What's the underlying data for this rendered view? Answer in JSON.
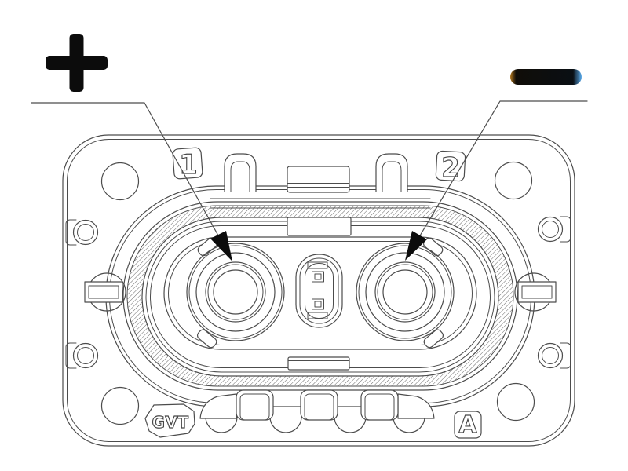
{
  "figure": {
    "kind": "technical-line-drawing",
    "subject": "2-pin high-voltage connector, mating face view"
  },
  "symbols": {
    "positive": "+",
    "negative": "−"
  },
  "labels": {
    "pin1": "1",
    "pin2": "2",
    "brand": "GVT",
    "variant": "A"
  },
  "colors": {
    "background": "#ffffff",
    "line": "#4c4c4c",
    "symbol": "#0c0c0c",
    "negative_fringe_left": "#b0751c",
    "negative_fringe_right": "#5aabec"
  }
}
